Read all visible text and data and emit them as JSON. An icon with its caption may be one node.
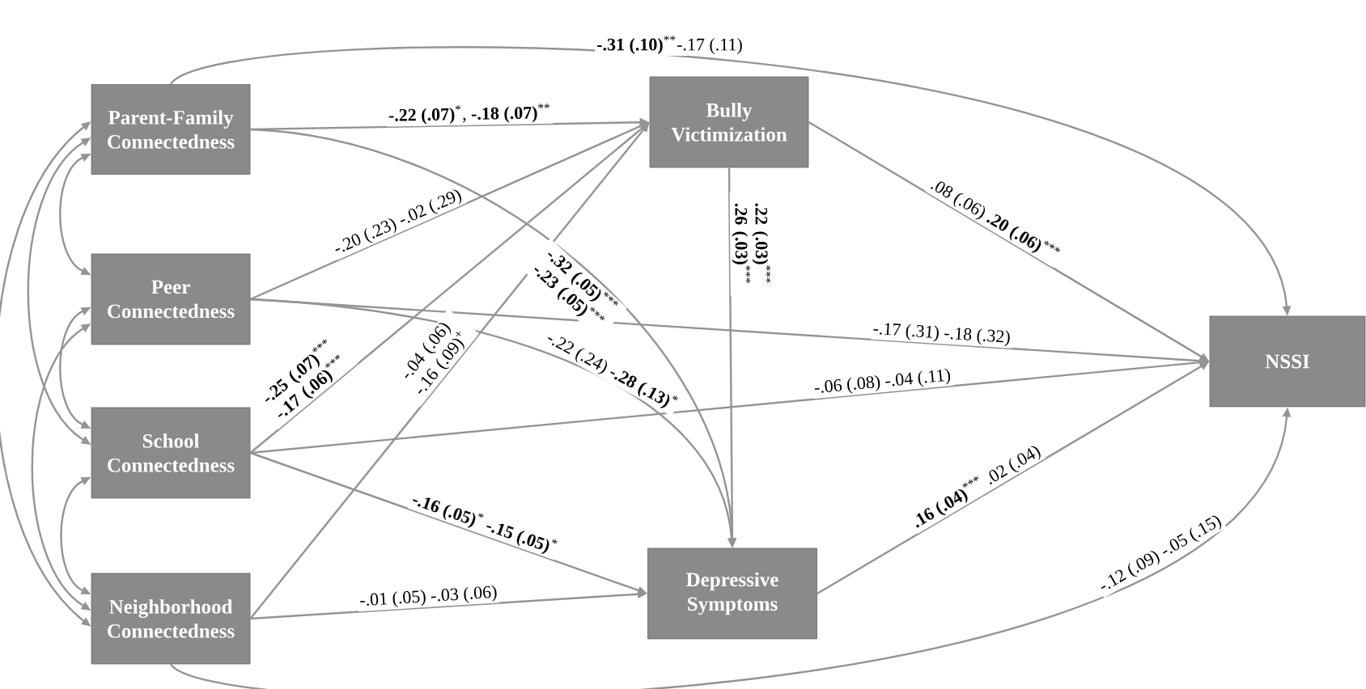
{
  "diagram": {
    "nodes": [
      {
        "text": [
          "Parent-Family Connectedness"
        ]
      },
      {
        "text": [
          "Peer Connectedness"
        ]
      },
      {
        "text": [
          "School Connectedness"
        ]
      },
      {
        "text": [
          "Neighborhood Connectedness"
        ]
      },
      {
        "text": [
          "Bully Victimization"
        ]
      },
      {
        "text": [
          "Depressive Symptoms"
        ]
      },
      {
        "text": [
          "NSSI"
        ]
      }
    ],
    "edges": [
      {
        "from": 0,
        "to": 4,
        "arrow": "to",
        "label": "**-.22 (.07)**$^{*}$, **-.18 (.07)**$^{**}$"
      },
      {
        "from": 0,
        "to": 6,
        "arrow": "to",
        "label": "**-.31 (.10)**$^{**}$-.17 (.11)"
      },
      {
        "from": 0,
        "to": 5,
        "arrow": "to",
        "label": "**-.32 (.05)**$^{***}$ **-.23 (.05)**$^{***}$"
      },
      {
        "from": 1,
        "to": 4,
        "arrow": "to",
        "label": "-.20 (.23) -.02 (.29)"
      },
      {
        "from": 1,
        "to": 6,
        "arrow": "to",
        "label": "-.17 (.31) -.18 (.32)"
      },
      {
        "from": 1,
        "to": 5,
        "arrow": "to",
        "label": "-.22 (.24) **-.28 (.13)**$^{*}$"
      },
      {
        "from": 2,
        "to": 4,
        "arrow": "to",
        "label": "**-.25 (.07)**$^{***}$ **-.17 (.06)**$^{***}$"
      },
      {
        "from": 2,
        "to": 6,
        "arrow": "to",
        "label": "-.06 (.08) -.04 (.11)"
      },
      {
        "from": 2,
        "to": 5,
        "arrow": "to",
        "label": "**-.16 (.05)**$^{*}$ **-.15 (.05)**$^{*}$"
      },
      {
        "from": 3,
        "to": 4,
        "arrow": "to",
        "label": "-.04 (.06) -.16 (.09)$^{+}$"
      },
      {
        "from": 3,
        "to": 5,
        "arrow": "to",
        "label": "-.01 (.05) -.03 (.06)"
      },
      {
        "from": 3,
        "to": 6,
        "arrow": "to",
        "label": "-.12 (.09) -.05 (.15)"
      },
      {
        "from": 4,
        "to": 5,
        "arrow": "to",
        "label": "**.22 (.03)**$^{***}$ **.26 (.03)**$^{***}$"
      },
      {
        "from": 4,
        "to": 6,
        "arrow": "to",
        "label": ".08 (.06) **.20 (.06)**$^{***}$"
      },
      {
        "from": 5,
        "to": 6,
        "arrow": "to",
        "label": "**.16 (.04)**$^{***}$ .02 (.04)"
      },
      {
        "from": 0,
        "to": 1,
        "arrow": "both"
      },
      {
        "from": 0,
        "to": 2,
        "arrow": "both"
      },
      {
        "from": 0,
        "to": 3,
        "arrow": "both"
      },
      {
        "from": 1,
        "to": 2,
        "arrow": "both"
      },
      {
        "from": 1,
        "to": 3,
        "arrow": "both"
      },
      {
        "from": 2,
        "to": 3,
        "arrow": "both"
      }
    ]
  }
}
